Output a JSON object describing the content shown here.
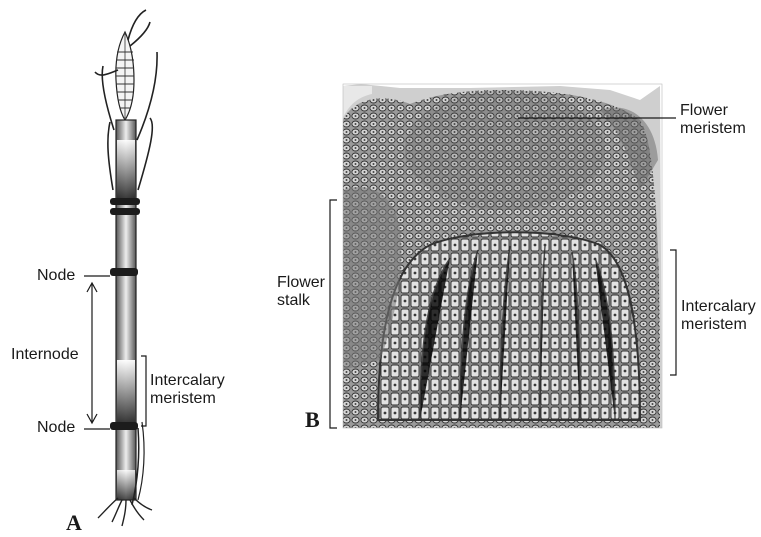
{
  "panel_a": {
    "letter": "A",
    "labels": {
      "node_top": "Node",
      "internode": "Internode",
      "node_bottom": "Node",
      "intercalary_line1": "Intercalary",
      "intercalary_line2": "meristem"
    }
  },
  "panel_b": {
    "letter": "B",
    "labels": {
      "flower_meristem_line1": "Flower",
      "flower_meristem_line2": "meristem",
      "flower_stalk_line1": "Flower",
      "flower_stalk_line2": "stalk",
      "intercalary_line1": "Intercalary",
      "intercalary_line2": "meristem"
    }
  },
  "colors": {
    "ink": "#1a1a1a",
    "micrograph_dark": "#3a3a3a",
    "micrograph_mid": "#8a8a8a",
    "micrograph_light": "#cfcfcf"
  }
}
